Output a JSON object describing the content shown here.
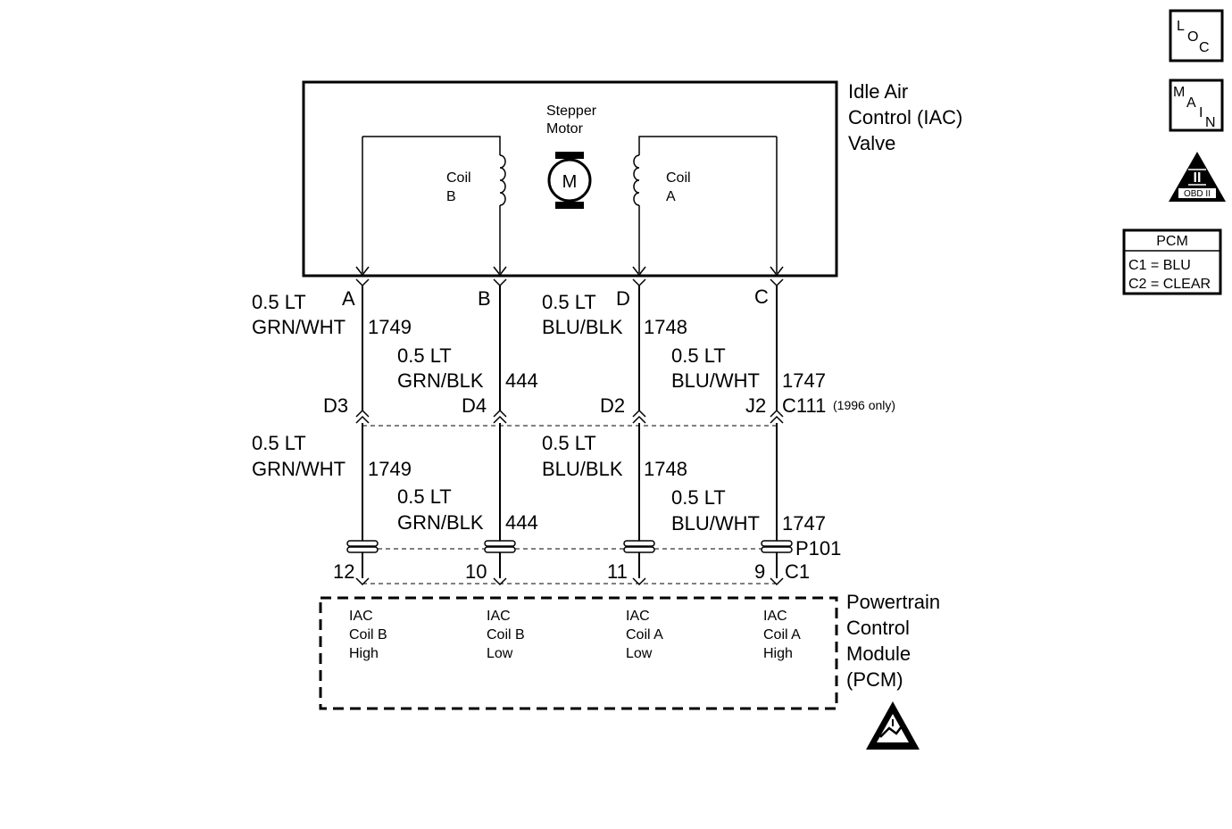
{
  "iac_valve": {
    "name_lines": [
      "Idle Air",
      "Control (IAC)",
      "Valve"
    ],
    "stepper_lines": [
      "Stepper",
      "Motor"
    ],
    "motor_symbol": "M",
    "coil_b_lines": [
      "Coil",
      "B"
    ],
    "coil_a_lines": [
      "Coil",
      "A"
    ],
    "pins": [
      "A",
      "B",
      "D",
      "C"
    ]
  },
  "upper_wires": [
    {
      "size": "0.5 LT",
      "color": "GRN/WHT",
      "circuit": "1749"
    },
    {
      "size": "0.5 LT",
      "color": "GRN/BLK",
      "circuit": "444"
    },
    {
      "size": "0.5 LT",
      "color": "BLU/BLK",
      "circuit": "1748"
    },
    {
      "size": "0.5 LT",
      "color": "BLU/WHT",
      "circuit": "1747"
    }
  ],
  "inline_connector": {
    "pins": [
      "D3",
      "D4",
      "D2",
      "J2"
    ],
    "name": "C111",
    "note": "(1996 only)"
  },
  "lower_wires": [
    {
      "size": "0.5 LT",
      "color": "GRN/WHT",
      "circuit": "1749"
    },
    {
      "size": "0.5 LT",
      "color": "GRN/BLK",
      "circuit": "444"
    },
    {
      "size": "0.5 LT",
      "color": "BLU/BLK",
      "circuit": "1748"
    },
    {
      "size": "0.5 LT",
      "color": "BLU/WHT",
      "circuit": "1747"
    }
  ],
  "pcm_connector": {
    "name": "P101",
    "connector": "C1",
    "pins": [
      "12",
      "10",
      "11",
      "9"
    ]
  },
  "pcm": {
    "name_lines": [
      "Powertrain",
      "Control",
      "Module",
      "(PCM)"
    ],
    "terminals": [
      [
        "IAC",
        "Coil B",
        "High"
      ],
      [
        "IAC",
        "Coil B",
        "Low"
      ],
      [
        "IAC",
        "Coil A",
        "Low"
      ],
      [
        "IAC",
        "Coil A",
        "High"
      ]
    ]
  },
  "side_icons": {
    "loc": [
      "L",
      "O",
      "C"
    ],
    "main": [
      "M",
      "A",
      "I",
      "N"
    ],
    "obd": {
      "numeral": "II",
      "label": "OBD II"
    }
  },
  "legend": {
    "title": "PCM",
    "rows": [
      "C1 = BLU",
      "C2 = CLEAR"
    ]
  }
}
